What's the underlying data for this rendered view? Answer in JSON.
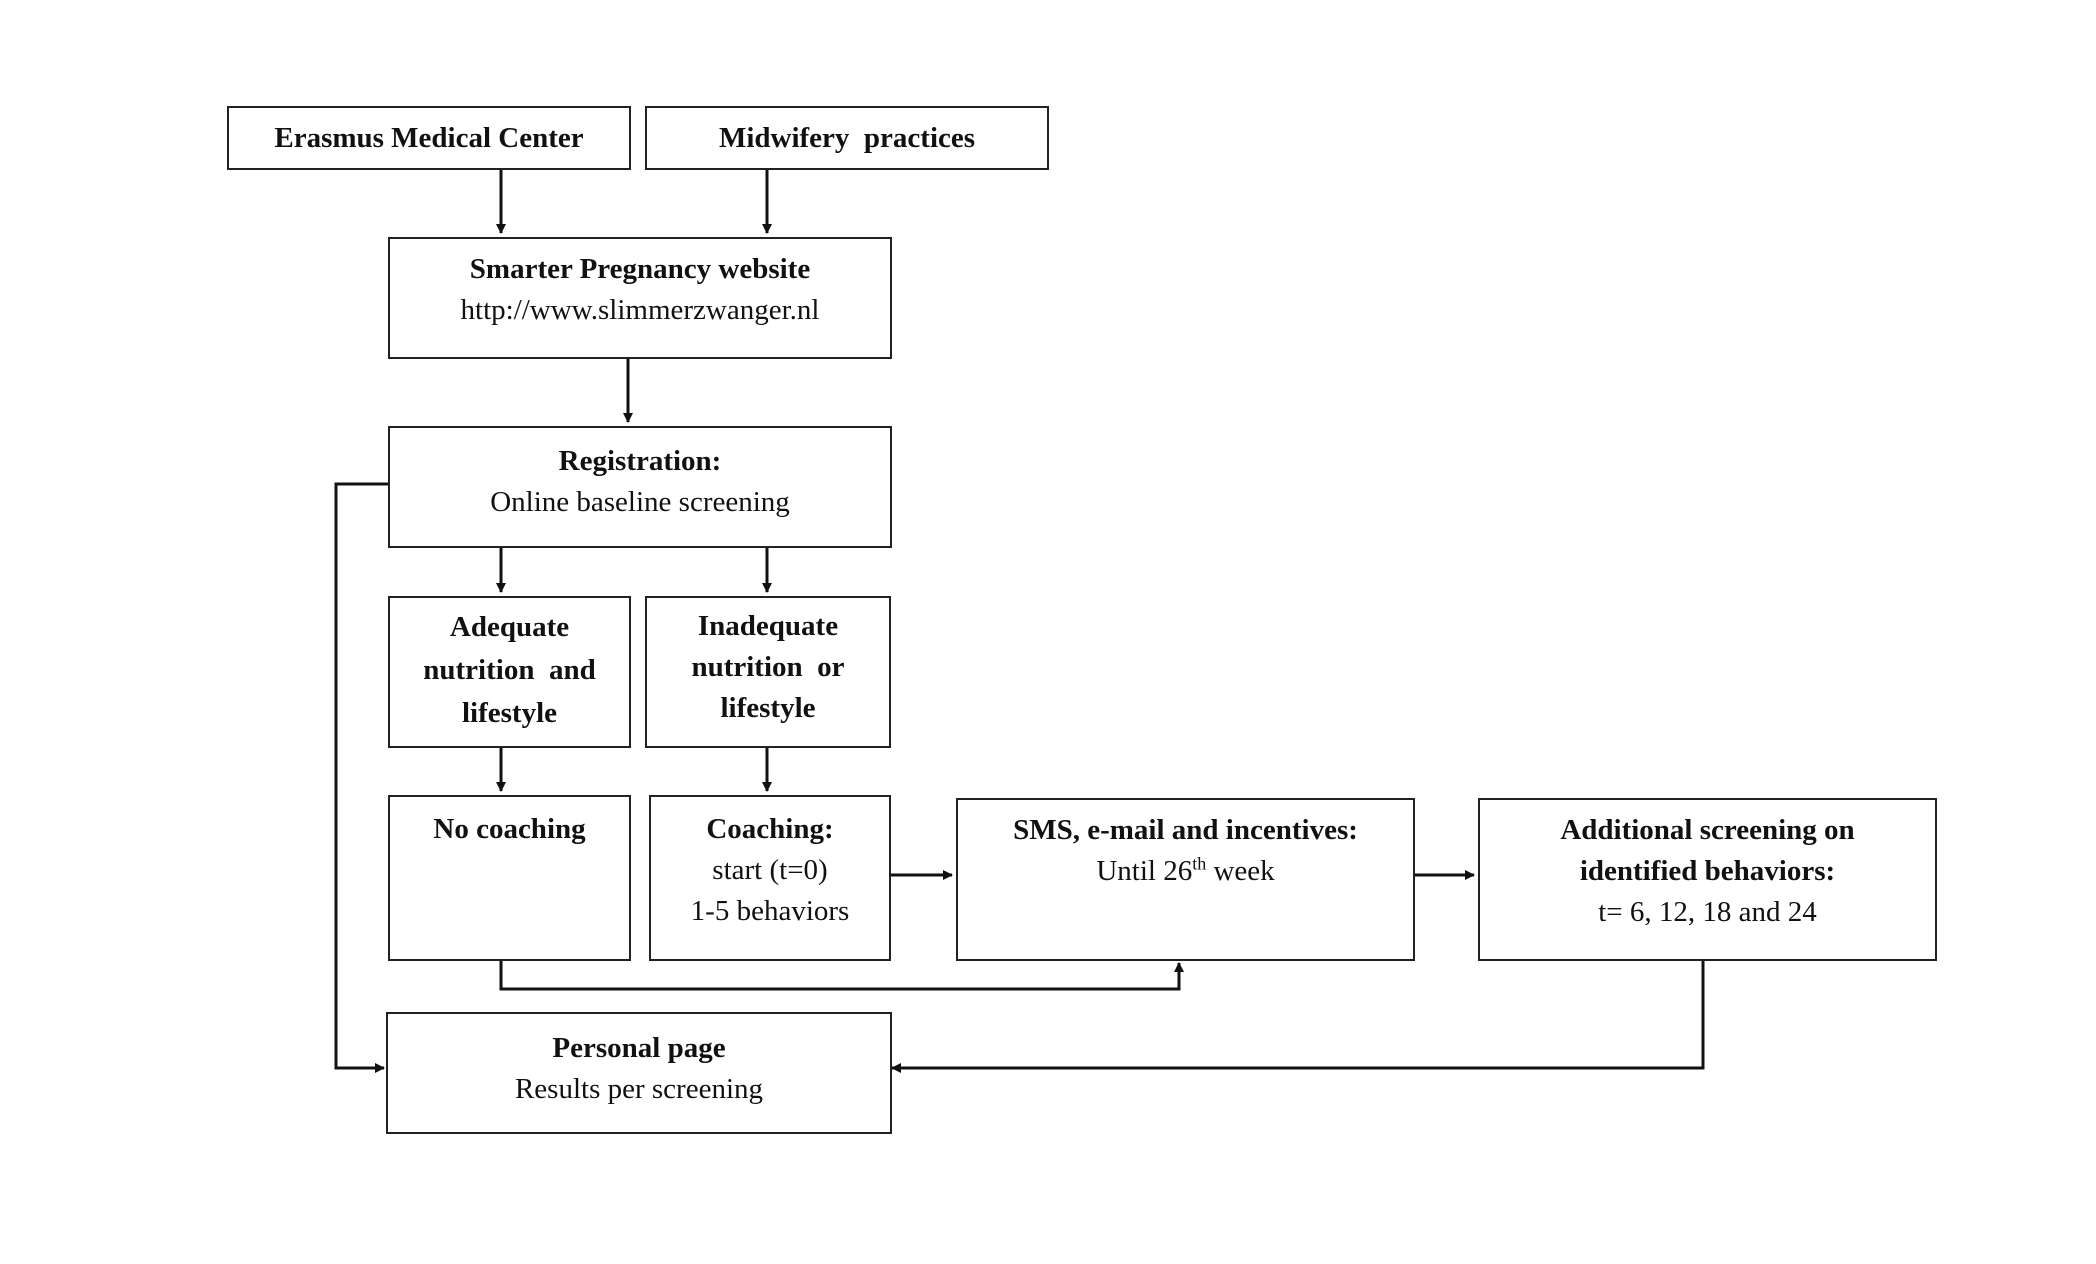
{
  "nodes": {
    "erasmus": {
      "title": "Erasmus Medical Center"
    },
    "midwifery": {
      "title": "Midwifery  practices"
    },
    "website": {
      "title": "Smarter Pregnancy website",
      "subtitle": "http://www.slimmerzwanger.nl"
    },
    "registration": {
      "title": "Registration:",
      "subtitle": "Online baseline screening"
    },
    "adequate": {
      "lines": [
        "Adequate",
        "nutrition  and",
        "lifestyle"
      ]
    },
    "inadequate": {
      "lines": [
        "Inadequate",
        "nutrition  or",
        "lifestyle"
      ]
    },
    "no_coaching": {
      "title": "No coaching"
    },
    "coaching": {
      "title": "Coaching:",
      "line1": "start (t=0)",
      "line2": "1-5 behaviors"
    },
    "sms": {
      "title": "SMS, e-mail and incentives:",
      "sub_prefix": "Until 26",
      "sub_sup": "th",
      "sub_suffix": " week"
    },
    "additional": {
      "line1": "Additional screening on",
      "line2": "identified behaviors:",
      "line3": "t= 6, 12, 18 and 24"
    },
    "personal": {
      "title": "Personal page",
      "subtitle": "Results per screening"
    }
  }
}
